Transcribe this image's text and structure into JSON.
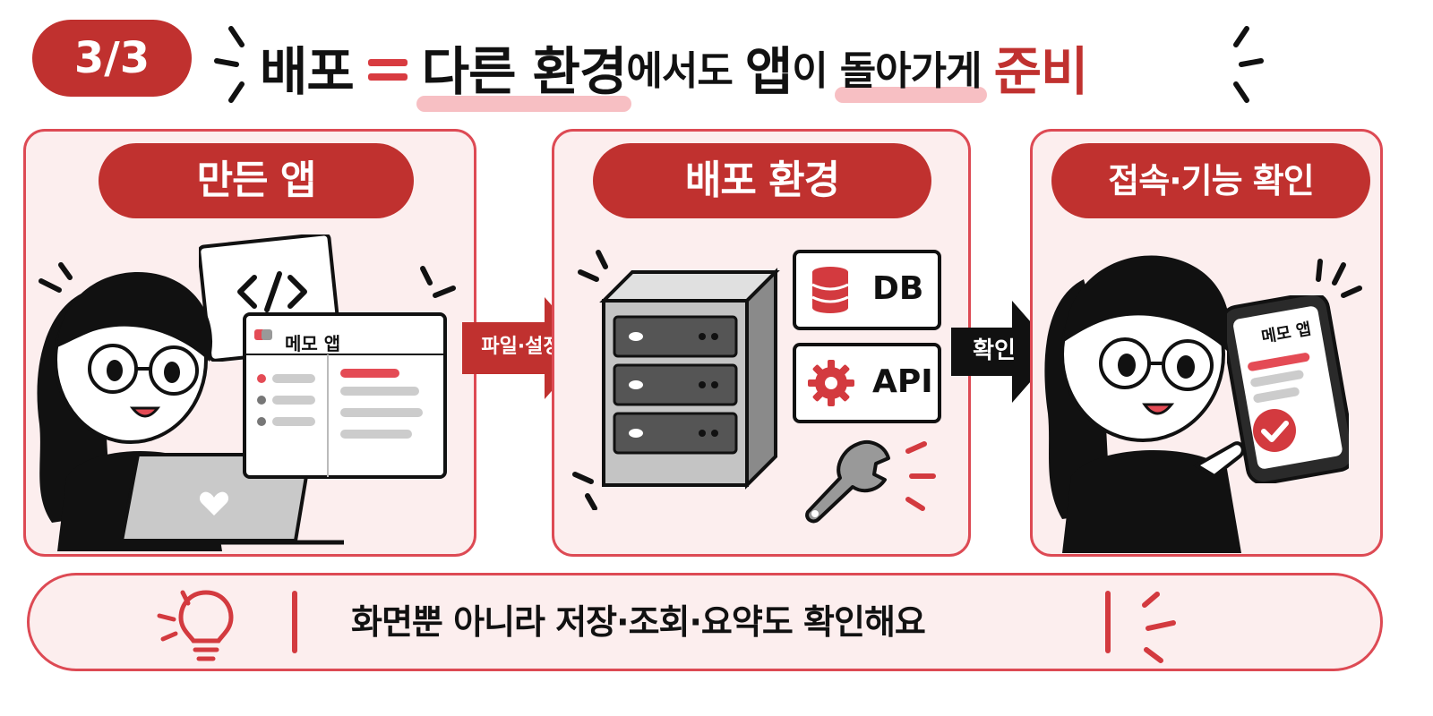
{
  "header": {
    "step": "3/3",
    "word_deploy": "배포",
    "phrase_env": "다른 환경",
    "phrase_even": "에서도",
    "word_app": "앱",
    "word_i": "이",
    "phrase_run": "돌아가게",
    "word_ready": "준비"
  },
  "panels": [
    {
      "title": "만든 앱",
      "window_title": "메모 앱"
    },
    {
      "title": "배포 환경",
      "items": [
        "DB",
        "API"
      ]
    },
    {
      "title": "접속·기능 확인",
      "phone_title": "메모 앱"
    }
  ],
  "arrows": [
    "파일·설정",
    "확인"
  ],
  "tip": {
    "text": "화면뿐 아니라 저장·조회·요약도 확인해요"
  },
  "colors": {
    "accent": "#c0312f",
    "panel_bg": "#fceeee",
    "border": "#dd4a54"
  },
  "icons": [
    "code-icon",
    "database-icon",
    "gear-icon",
    "wrench-icon",
    "check-icon",
    "lightbulb-icon",
    "heart-icon"
  ]
}
